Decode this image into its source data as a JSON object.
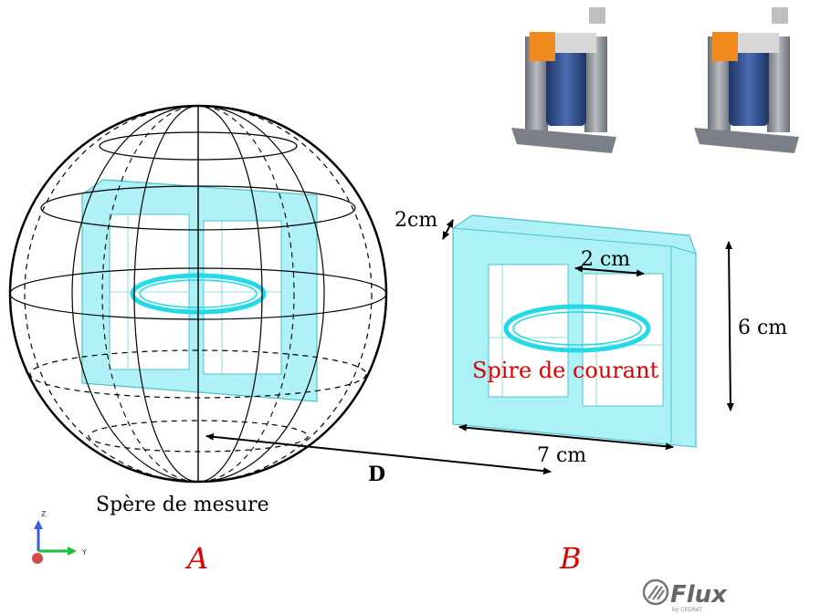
{
  "labels": {
    "thickness": "2cm",
    "window_width": "2 cm",
    "height": "6 cm",
    "width": "7 cm",
    "distance": "D",
    "current_loop": "Spire de courant",
    "sphere_caption": "Spère de mesure",
    "label_a": "A",
    "label_b": "B"
  },
  "axes": {
    "z": "Z",
    "y": "Y"
  },
  "logo": {
    "name": "Flux",
    "sub": "by CEDRAT"
  },
  "colors": {
    "core_fill": "#a6f0f5",
    "core_stroke": "#4fc2cc",
    "coil": "#26d9e6",
    "red": "#e00000"
  }
}
